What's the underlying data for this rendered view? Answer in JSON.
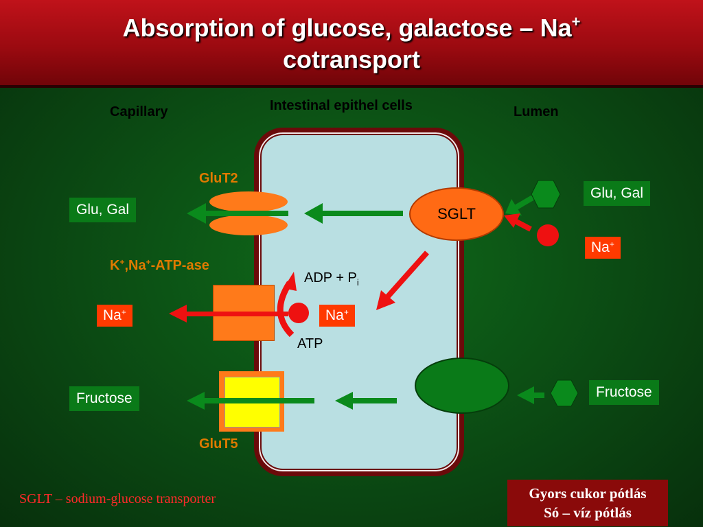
{
  "title": {
    "line1": "Absorption of glucose, galactose – Na",
    "sup": "+",
    "line2": "cotransport"
  },
  "regions": {
    "capillary": "Capillary",
    "epithel": "Intestinal epithel cells",
    "lumen": "Lumen"
  },
  "transporters": {
    "glut2": "GluT2",
    "sglt": "SGLT",
    "atpase_k": "K",
    "atpase_plus1": "+",
    "atpase_na": ",Na",
    "atpase_plus2": "+",
    "atpase_rest": "-ATP-ase",
    "glut5": "GluT5"
  },
  "boxes": {
    "glu_gal_left": "Glu, Gal",
    "glu_gal_right": "Glu, Gal",
    "na_right": "Na",
    "na_right_sup": "+",
    "na_left": "Na",
    "na_left_sup": "+",
    "na_inside": "Na",
    "na_inside_sup": "+",
    "fructose_left": "Fructose",
    "fructose_right": "Fructose"
  },
  "atp": {
    "adp": "ADP + P",
    "adp_sub": "i",
    "atp": "ATP"
  },
  "footer": {
    "legend": "SGLT – sodium-glucose transporter",
    "note_line1": "Gyors cukor pótlás",
    "note_line2": "Só – víz pótlás"
  },
  "colors": {
    "green": "#0a7a18",
    "red": "#ee1111",
    "orange": "#ff6a14",
    "yellow": "#ffff00"
  }
}
